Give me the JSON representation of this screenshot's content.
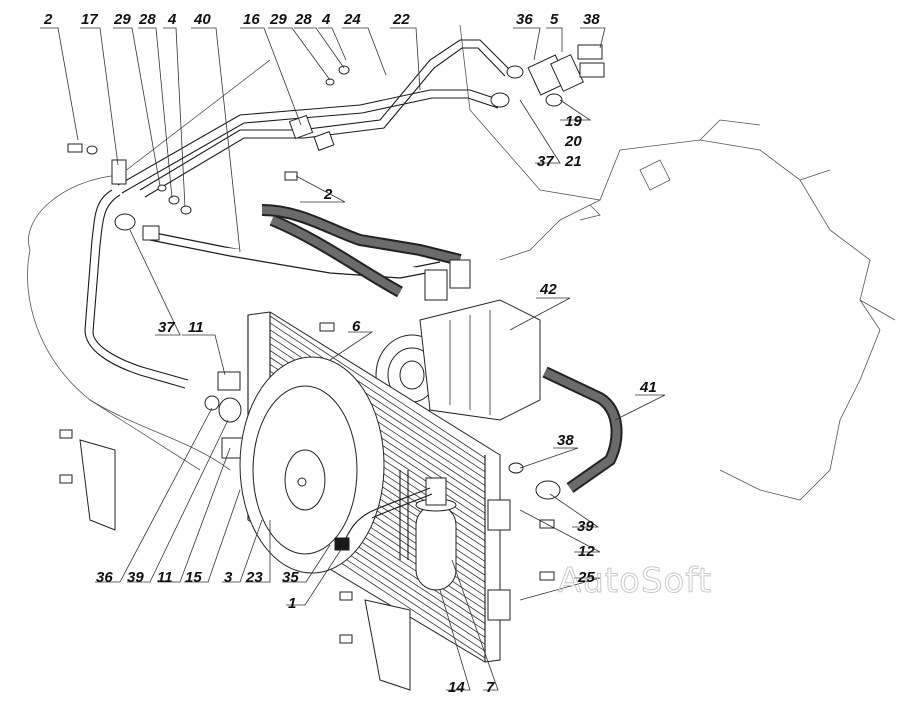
{
  "watermark": "AutoSoft",
  "callouts": [
    {
      "key": "c2a",
      "text": "2"
    },
    {
      "key": "c17",
      "text": "17"
    },
    {
      "key": "c29a",
      "text": "29"
    },
    {
      "key": "c28a",
      "text": "28"
    },
    {
      "key": "c4a",
      "text": "4"
    },
    {
      "key": "c40",
      "text": "40"
    },
    {
      "key": "c16",
      "text": "16"
    },
    {
      "key": "c29b",
      "text": "29"
    },
    {
      "key": "c28b",
      "text": "28"
    },
    {
      "key": "c4b",
      "text": "4"
    },
    {
      "key": "c24",
      "text": "24"
    },
    {
      "key": "c22",
      "text": "22"
    },
    {
      "key": "c36a",
      "text": "36"
    },
    {
      "key": "c5",
      "text": "5"
    },
    {
      "key": "c38a",
      "text": "38"
    },
    {
      "key": "c19",
      "text": "19"
    },
    {
      "key": "c20",
      "text": "20"
    },
    {
      "key": "c37a",
      "text": "37"
    },
    {
      "key": "c21",
      "text": "21"
    },
    {
      "key": "c2b",
      "text": "2"
    },
    {
      "key": "c42",
      "text": "42"
    },
    {
      "key": "c37b",
      "text": "37"
    },
    {
      "key": "c11a",
      "text": "11"
    },
    {
      "key": "c6",
      "text": "6"
    },
    {
      "key": "c41",
      "text": "41"
    },
    {
      "key": "c38b",
      "text": "38"
    },
    {
      "key": "c39a",
      "text": "39"
    },
    {
      "key": "c12",
      "text": "12"
    },
    {
      "key": "c25",
      "text": "25"
    },
    {
      "key": "c36b",
      "text": "36"
    },
    {
      "key": "c39b",
      "text": "39"
    },
    {
      "key": "c11b",
      "text": "11"
    },
    {
      "key": "c15",
      "text": "15"
    },
    {
      "key": "c3",
      "text": "3"
    },
    {
      "key": "c23",
      "text": "23"
    },
    {
      "key": "c35",
      "text": "35"
    },
    {
      "key": "c1",
      "text": "1"
    },
    {
      "key": "c14",
      "text": "14"
    },
    {
      "key": "c7",
      "text": "7"
    }
  ]
}
